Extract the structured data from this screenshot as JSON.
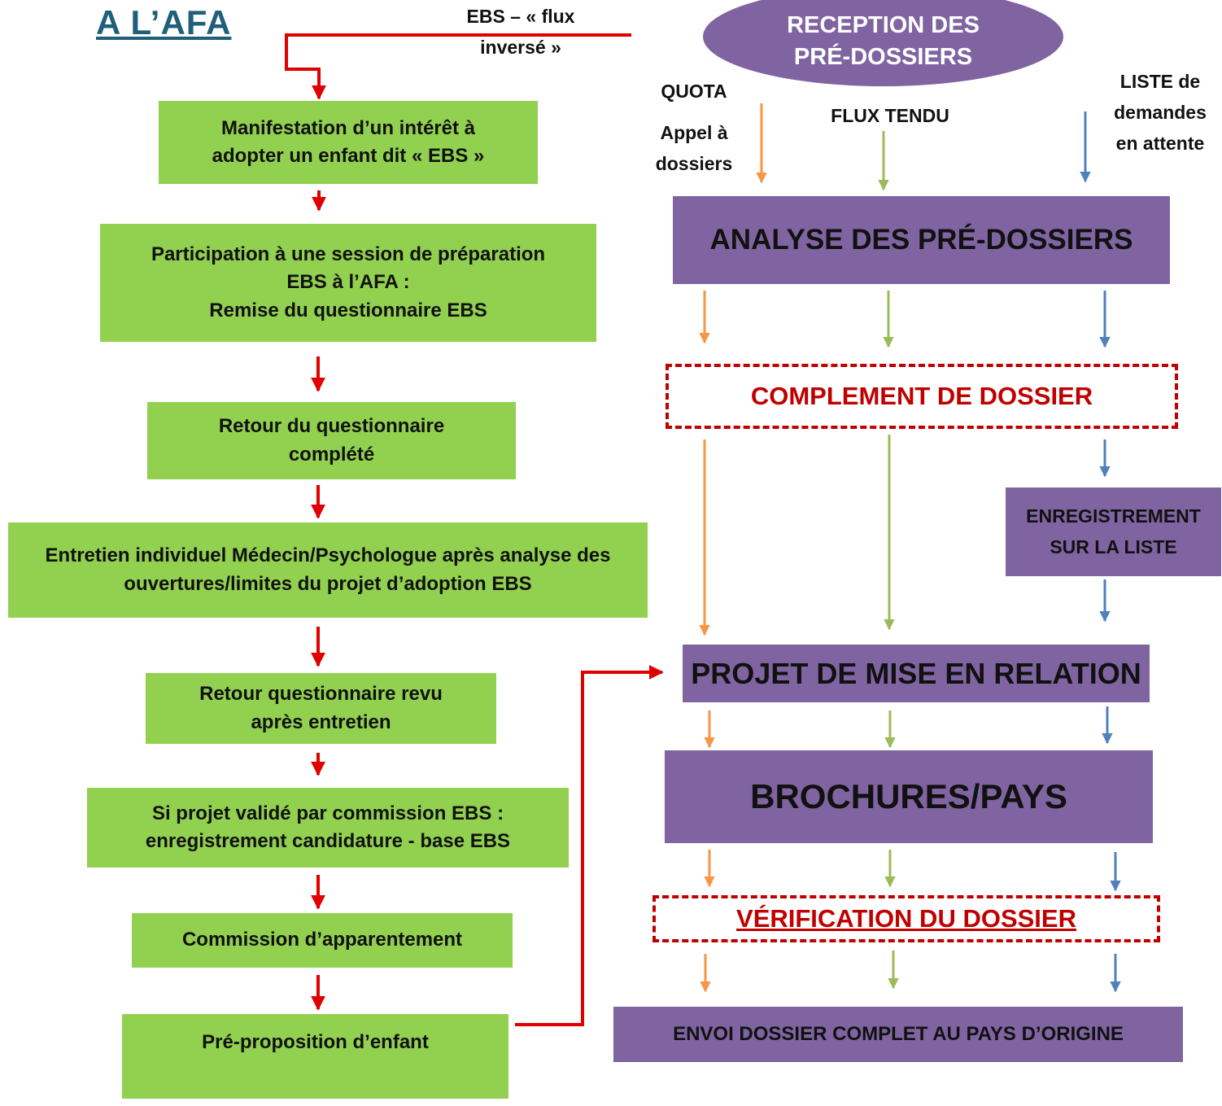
{
  "colors": {
    "green_box": "#92d050",
    "purple_box": "#8064a2",
    "red": "#e00000",
    "dashed_red": "#c00000",
    "orange": "#f79646",
    "green_arrow": "#9bbb59",
    "blue_arrow": "#4f81bd",
    "heading": "#1f5f7a"
  },
  "heading": "A L’AFA",
  "ebs_flux": [
    "EBS –  « flux",
    "inversé »"
  ],
  "left_flow": {
    "steps": [
      [
        "Manifestation d’un intérêt à",
        "adopter un enfant  dit « EBS »"
      ],
      [
        "Participation à une session de préparation",
        "EBS à l’AFA :",
        "Remise du questionnaire EBS"
      ],
      [
        "Retour du questionnaire",
        "complété"
      ],
      [
        "Entretien individuel Médecin/Psychologue après analyse des",
        "ouvertures/limites du projet d’adoption EBS"
      ],
      [
        "Retour questionnaire revu",
        "après entretien"
      ],
      [
        "Si projet validé par commission EBS :",
        "enregistrement candidature - base  EBS"
      ],
      [
        "Commission d’apparentement"
      ],
      [
        "Pré-proposition d’enfant"
      ]
    ]
  },
  "right_flow": {
    "reception": [
      "RECEPTION DES",
      "PRÉ-DOSSIERS"
    ],
    "channels": {
      "quota": [
        "QUOTA",
        "Appel à",
        "dossiers"
      ],
      "flux_tendu": "FLUX TENDU",
      "liste": [
        "LISTE de",
        "demandes",
        "en attente"
      ]
    },
    "analyse": "ANALYSE DES PRÉ-DOSSIERS",
    "complement": "COMPLEMENT DE DOSSIER",
    "enregistrement": [
      "ENREGISTREMENT",
      "SUR LA LISTE"
    ],
    "projet": "PROJET DE MISE EN RELATION",
    "brochures": "BROCHURES/PAYS",
    "verification": "VÉRIFICATION DU DOSSIER",
    "envoi": "ENVOI DOSSIER COMPLET AU PAYS D’ORIGINE"
  }
}
